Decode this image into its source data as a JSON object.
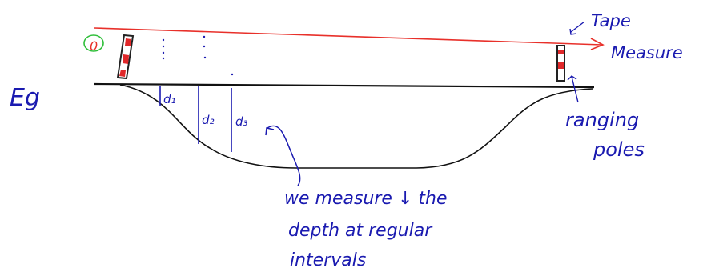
{
  "diagram": {
    "prefix": "Eg",
    "start_marker": "0",
    "tape_label_1": "Tape",
    "tape_label_2": "Measure",
    "poles_label_1": "ranging",
    "poles_label_2": "poles",
    "depth_labels": [
      "d₁",
      "d₂",
      "d₃"
    ],
    "note_lines": [
      "we measure ↓ the",
      "depth at regular",
      "intervals"
    ]
  },
  "colors": {
    "tape": "#e8302a",
    "ink": "#1a1ab0",
    "ground": "#111111",
    "marker": "#2fbf3a",
    "pole": "#222222",
    "pole_band": "#e0282a"
  }
}
